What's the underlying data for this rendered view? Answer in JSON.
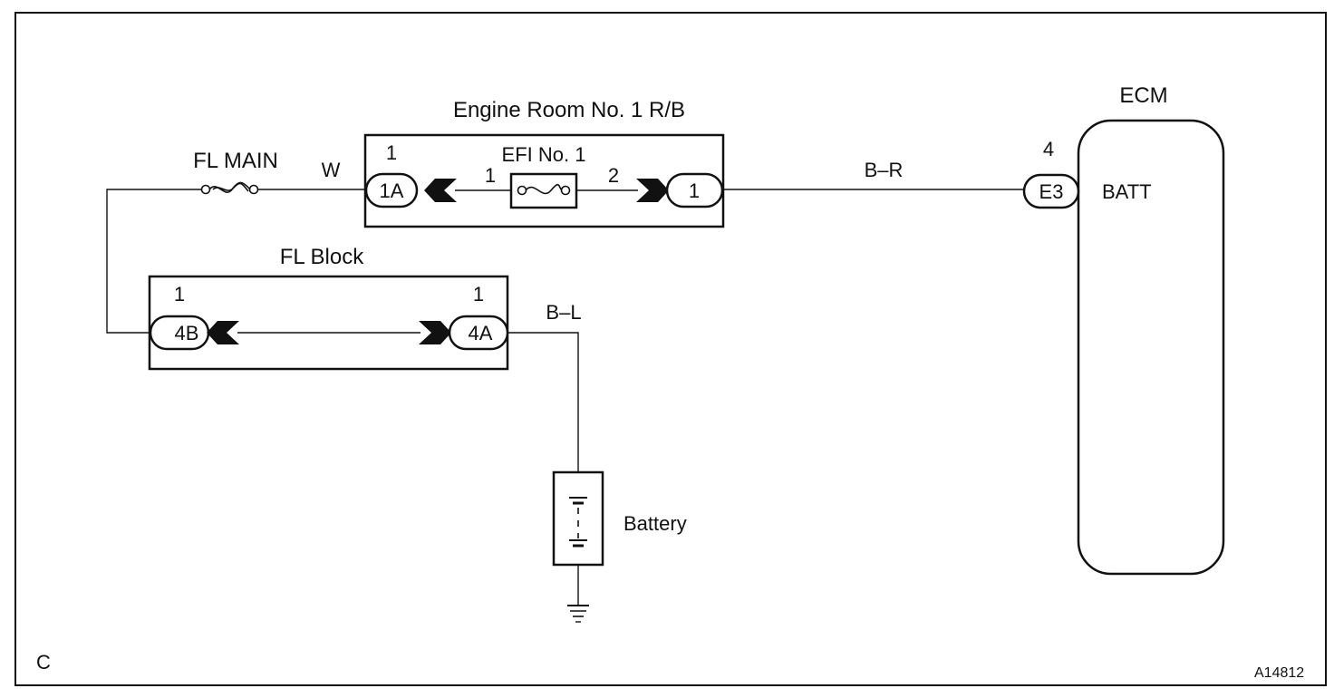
{
  "frame": {
    "corner_label": "C",
    "figure_id": "A14812"
  },
  "fuses": {
    "fl_main": "FL MAIN",
    "efi": "EFI No. 1"
  },
  "wires": {
    "fl_main_to_rb": "W",
    "rb_to_ecm": "B–R",
    "block_to_battery": "B–L"
  },
  "engine_room_rb": {
    "title": "Engine Room No. 1 R/B",
    "left_connector": {
      "id": "1A",
      "pin": "1"
    },
    "right_connector": {
      "id": "1"
    },
    "fuse_pin_in": "1",
    "fuse_pin_out": "2"
  },
  "fl_block": {
    "title": "FL Block",
    "left_connector": {
      "id": "4B",
      "pin": "1"
    },
    "right_connector": {
      "id": "4A",
      "pin": "1"
    }
  },
  "ecm": {
    "title": "ECM",
    "connector": {
      "id": "E3",
      "pin": "4"
    },
    "terminal": "BATT"
  },
  "battery": {
    "label": "Battery"
  },
  "icons": [
    "fuse-symbol",
    "connector-arrow",
    "battery-symbol",
    "ground-symbol"
  ],
  "colors": {
    "ink": "#111111",
    "background": "#ffffff"
  }
}
